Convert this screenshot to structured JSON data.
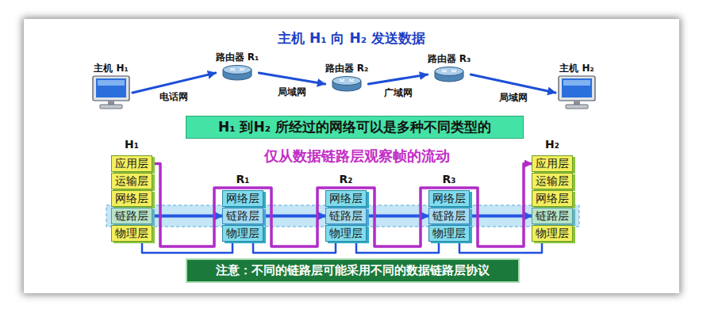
{
  "diagram": {
    "title": "主机 H₁ 向 H₂ 发送数据",
    "nodes": [
      {
        "text": [
          "主机 H₁"
        ]
      },
      {
        "text": [
          "路由器 R₁"
        ]
      },
      {
        "text": [
          "路由器 R₂"
        ]
      },
      {
        "text": [
          "路由器 R₃"
        ]
      },
      {
        "text": [
          "主机 H₂"
        ]
      },
      {
        "text": [
          "H₁ 到H₂ 所经过的网络可以是多种不同类型的"
        ]
      },
      {
        "text": [
          "H₁"
        ]
      },
      {
        "text": [
          "应用层"
        ],
        "in": 6
      },
      {
        "text": [
          "运输层"
        ],
        "in": 6
      },
      {
        "text": [
          "网络层"
        ],
        "in": 6
      },
      {
        "text": [
          "链路层"
        ],
        "in": 6
      },
      {
        "text": [
          "物理层"
        ],
        "in": 6
      },
      {
        "text": [
          "R₁"
        ]
      },
      {
        "text": [
          "网络层"
        ],
        "in": 12
      },
      {
        "text": [
          "链路层"
        ],
        "in": 12
      },
      {
        "text": [
          "物理层"
        ],
        "in": 12
      },
      {
        "text": [
          "R₂"
        ]
      },
      {
        "text": [
          "网络层"
        ],
        "in": 16
      },
      {
        "text": [
          "链路层"
        ],
        "in": 16
      },
      {
        "text": [
          "物理层"
        ],
        "in": 16
      },
      {
        "text": [
          "R₃"
        ]
      },
      {
        "text": [
          "网络层"
        ],
        "in": 20
      },
      {
        "text": [
          "链路层"
        ],
        "in": 20
      },
      {
        "text": [
          "物理层"
        ],
        "in": 20
      },
      {
        "text": [
          "H₂"
        ]
      },
      {
        "text": [
          "应用层"
        ],
        "in": 24
      },
      {
        "text": [
          "运输层"
        ],
        "in": 24
      },
      {
        "text": [
          "网络层"
        ],
        "in": 24
      },
      {
        "text": [
          "链路层"
        ],
        "in": 24
      },
      {
        "text": [
          "物理层"
        ],
        "in": 24
      },
      {
        "text": [
          "注意：不同的链路层可能采用不同的数据链路层协议"
        ]
      }
    ],
    "edges": [
      {
        "from": 0,
        "to": 1,
        "arrow": "to",
        "label": "电话网"
      },
      {
        "from": 1,
        "to": 2,
        "arrow": "to",
        "label": "局域网"
      },
      {
        "from": 2,
        "to": 3,
        "arrow": "to",
        "label": "广域网"
      },
      {
        "from": 3,
        "to": 4,
        "arrow": "to",
        "label": "局域网"
      },
      {
        "from": 10,
        "to": 14,
        "arrow": "to"
      },
      {
        "from": 14,
        "to": 18,
        "arrow": "to"
      },
      {
        "from": 18,
        "to": 22,
        "arrow": "to"
      },
      {
        "from": 22,
        "to": 28,
        "arrow": "to"
      },
      {
        "from": 11,
        "to": 15,
        "arrow": "none"
      },
      {
        "from": 15,
        "to": 19,
        "arrow": "none"
      },
      {
        "from": 19,
        "to": 23,
        "arrow": "none"
      },
      {
        "from": 23,
        "to": 29,
        "arrow": "none"
      },
      {
        "from": 7,
        "to": 25,
        "arrow": "to"
      }
    ],
    "labels": [
      "仅从数据链路层观察帧的流动"
    ]
  }
}
